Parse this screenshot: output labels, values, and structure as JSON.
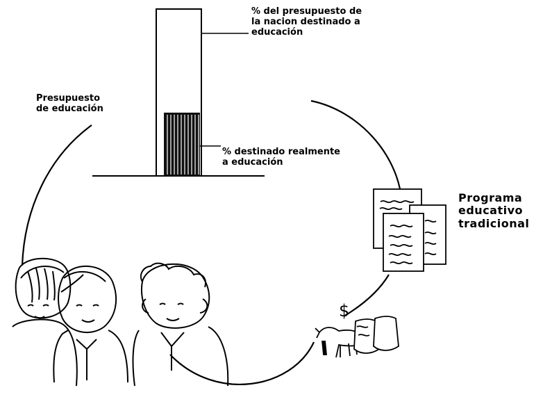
{
  "labels": {
    "national_budget_pct": [
      "% del presupuesto de",
      "la nacion destinado a",
      "educación"
    ],
    "education_budget": [
      "Presupuesto",
      "de educación"
    ],
    "actual_pct": [
      "% destinado realmente",
      "a educación"
    ],
    "program": [
      "Programa",
      "educativo",
      "tradicional"
    ]
  },
  "icons": [
    "documents-icon",
    "dollar-icon",
    "money-bags-icon",
    "livestock-icon",
    "children-icon"
  ],
  "colors": {
    "ink": "#000000",
    "paper": "#ffffff"
  }
}
